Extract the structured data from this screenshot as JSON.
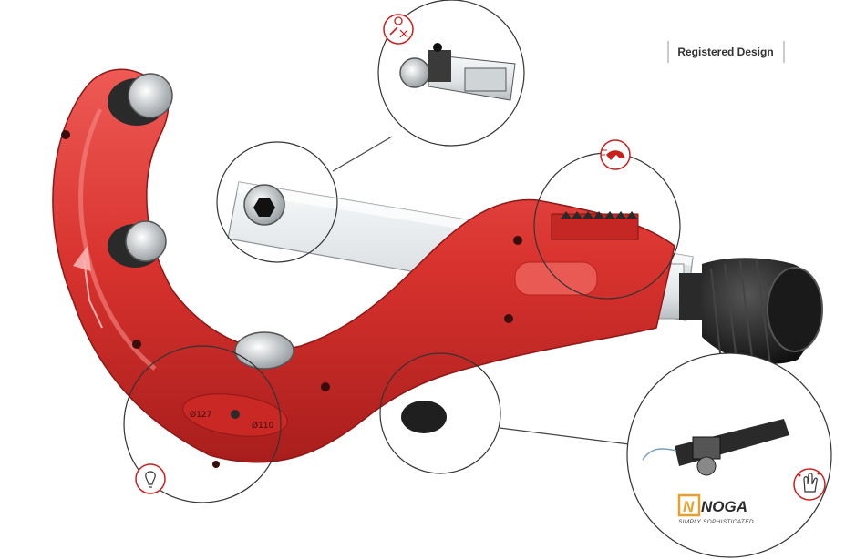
{
  "badge": {
    "text": "Registered Design"
  },
  "engravings": {
    "left": "Ø127",
    "right": "Ø110"
  },
  "logo": {
    "mark": "N",
    "name": "NOGA",
    "tagline": "SIMPLY SOPHISTICATED"
  },
  "colors": {
    "tool_red": "#d8322e",
    "tool_red_dark": "#a81e1c",
    "icon_red": "#c8201e",
    "steel": "#dfe3e6",
    "knob": "#1a1a1a",
    "logo_orange": "#e8a02a"
  },
  "icons": [
    "blade-change-icon",
    "lightbulb-icon",
    "speed-icon",
    "hand-touch-icon"
  ]
}
